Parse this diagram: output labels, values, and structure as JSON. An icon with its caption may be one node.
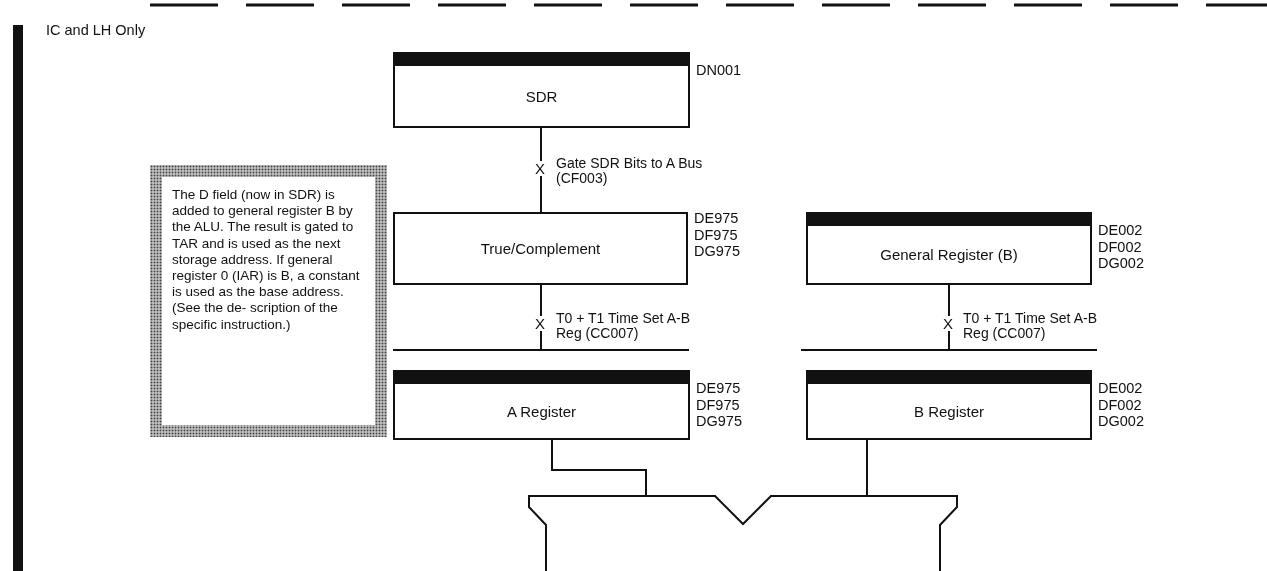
{
  "diagram": {
    "nodes": [
      {
        "text": [
          "SDR"
        ],
        "beside": [
          "DN001"
        ]
      },
      {
        "text": [
          "The D field (now in SDR) is added to general register B by the ALU. The result is gated to TAR and is used as the next storage address. If general register 0 (IAR) is B, a constant is used as the base address. (See the de- scription of the specific instruction.)"
        ]
      },
      {
        "text": [
          "True/Complement"
        ],
        "beside": [
          "DE975 DF975 DG975"
        ]
      },
      {
        "text": [
          "General Register (B)"
        ],
        "beside": [
          "DE002 DF002 DG002"
        ]
      },
      {
        "text": [
          "A Register"
        ],
        "beside": [
          "DE975 DF975 DG975"
        ]
      },
      {
        "text": [
          "B Register"
        ],
        "beside": [
          "DE002 DF002 DG002"
        ]
      },
      {
        "text": [],
        "shape": "trapezoid"
      }
    ],
    "edges": [
      {
        "from": 0,
        "to": 2,
        "arrow": "none",
        "label": "Gate SDR Bits to A Bus (CF003)"
      },
      {
        "from": 2,
        "to": 4,
        "arrow": "other",
        "label": "T0 + T1 Time Set A-B Reg (CC007)"
      },
      {
        "from": 3,
        "to": 5,
        "arrow": "other",
        "label": "T0 + T1 Time Set A-B Reg (CC007)"
      },
      {
        "from": 4,
        "to": 6,
        "arrow": "none"
      },
      {
        "from": 5,
        "to": 6,
        "arrow": "none"
      }
    ],
    "labels": [
      "IC and LH Only",
      "X",
      "X",
      "X"
    ]
  }
}
